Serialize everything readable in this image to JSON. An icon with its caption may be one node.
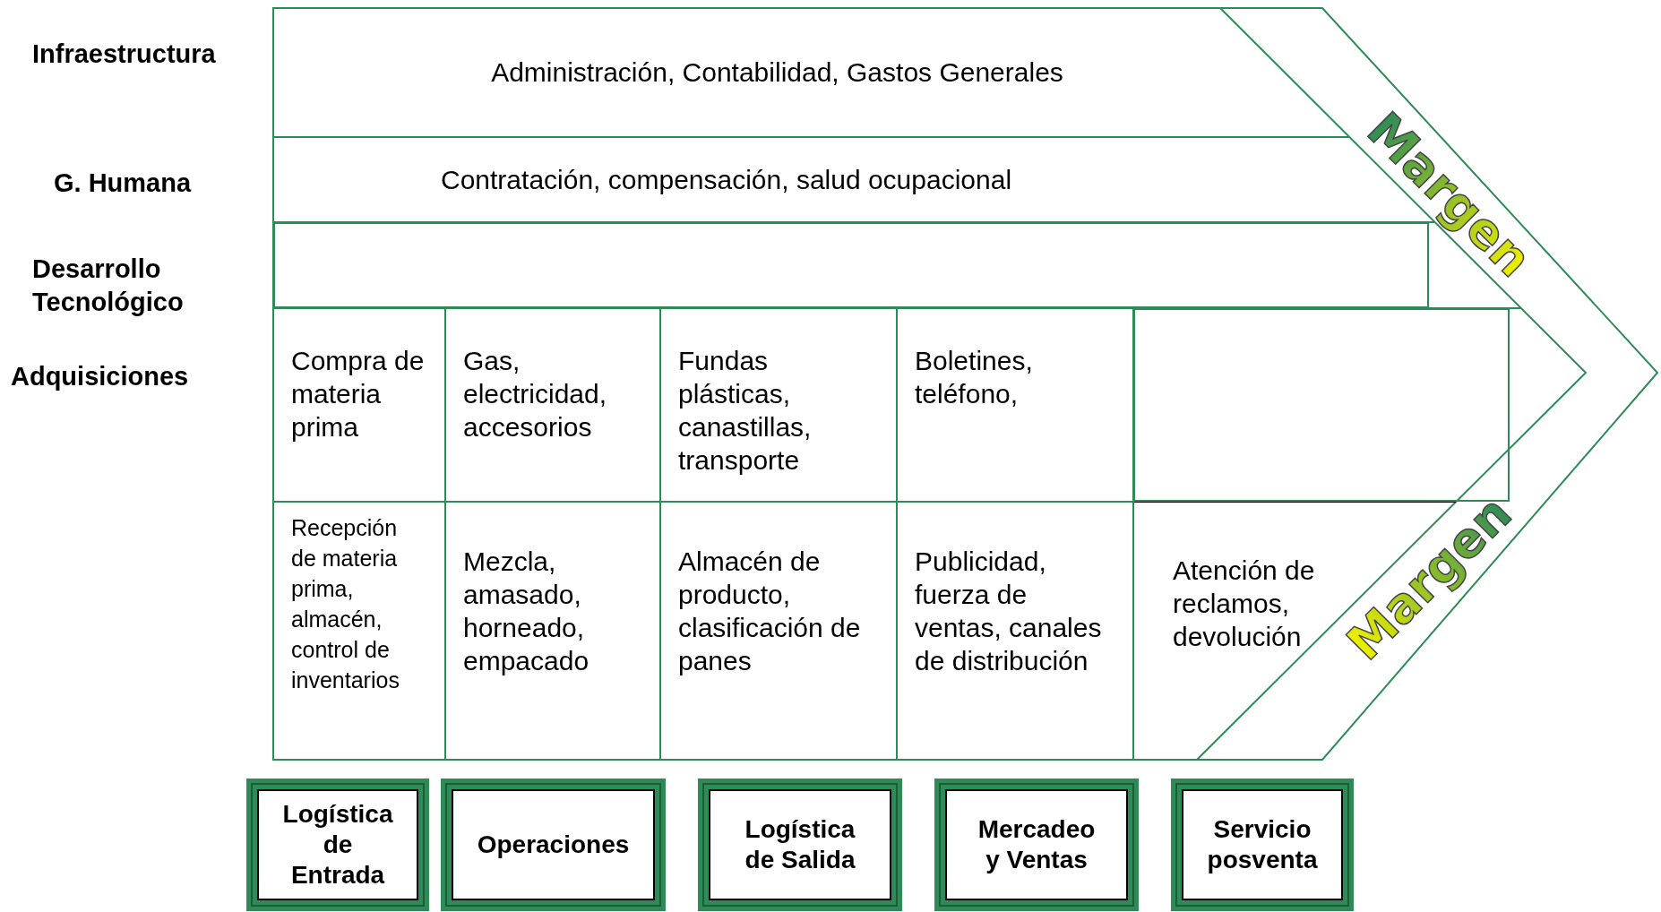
{
  "diagram": {
    "nodes": [
      {
        "text": [
          "Administración, Contabilidad, Gastos Generales"
        ]
      },
      {
        "text": [
          "Contratación, compensación, salud ocupacional"
        ]
      },
      {
        "text": [],
        "shape": "box"
      },
      {
        "text": [
          "Compra de materia prima"
        ]
      },
      {
        "text": [
          "Gas, electricidad, accesorios"
        ]
      },
      {
        "text": [
          "Fundas plásticas, canastillas, transporte"
        ]
      },
      {
        "text": [
          "Boletines, teléfono,"
        ]
      },
      {
        "text": [],
        "shape": "box"
      },
      {
        "text": [
          "Recepción de materia prima, almacén, control de inventarios"
        ]
      },
      {
        "text": [
          "Mezcla, amasado, horneado, empacado"
        ]
      },
      {
        "text": [
          "Almacén de producto, clasificación de panes"
        ]
      },
      {
        "text": [
          "Publicidad, fuerza de ventas, canales de distribución"
        ]
      },
      {
        "text": [
          "Atención de reclamos, devolución"
        ]
      },
      {
        "text": [
          "Logística de Entrada"
        ]
      },
      {
        "text": [
          "Operaciones"
        ]
      },
      {
        "text": [
          "Logística de Salida"
        ]
      },
      {
        "text": [
          "Mercadeo y Ventas"
        ]
      },
      {
        "text": [
          "Servicio posventa"
        ]
      }
    ],
    "edges": [],
    "labels": [
      "Infraestructura",
      "G. Humana",
      "Desarrollo Tecnológico",
      "Adquisiciones",
      "Margen",
      "Margen"
    ]
  }
}
